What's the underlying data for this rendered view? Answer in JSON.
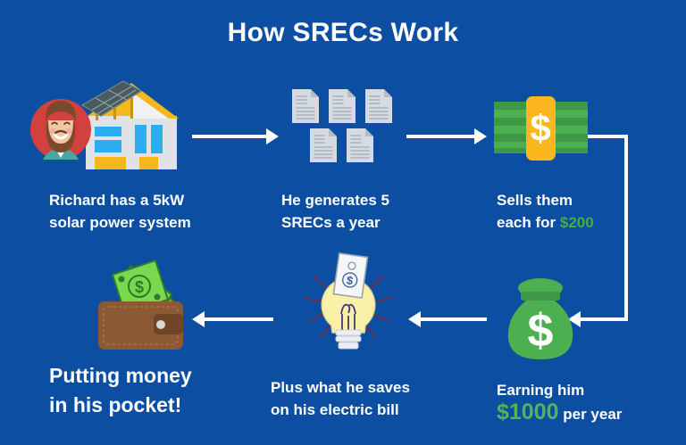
{
  "page": {
    "title": "How SRECs Work",
    "background_color": "#0b4ea2",
    "text_color": "#ffffff",
    "accent_green": "#45ad45",
    "accent_yellow": "#f5b81b",
    "accent_red": "#d3413f"
  },
  "steps": [
    {
      "id": "step-1",
      "icon": "person-avatar-and-solar-house-icon",
      "line1": "Richard has a 5kW",
      "line2": "solar power system"
    },
    {
      "id": "step-2",
      "icon": "five-documents-icon",
      "line1": "He generates 5",
      "line2": "SRECs a year"
    },
    {
      "id": "step-3",
      "icon": "cash-stack-icon",
      "line1": "Sells them",
      "line2_prefix": "each for ",
      "line2_amount": "$200"
    },
    {
      "id": "step-4",
      "icon": "money-bag-icon",
      "line1": "Earning him",
      "line2_amount": "$1000",
      "line2_suffix": " per year"
    },
    {
      "id": "step-5",
      "icon": "lightbulb-with-dollar-bill-icon",
      "line1": "Plus what he saves",
      "line2": "on his electric bill"
    },
    {
      "id": "step-6",
      "icon": "wallet-with-cash-icon",
      "line1": "Putting money",
      "line2": "in his pocket!"
    }
  ],
  "connectors": [
    {
      "id": "arrow-1-to-2",
      "direction": "right"
    },
    {
      "id": "arrow-2-to-3",
      "direction": "right"
    },
    {
      "id": "arrow-3-to-4",
      "direction": "down-then-left"
    },
    {
      "id": "arrow-4-to-5",
      "direction": "left"
    },
    {
      "id": "arrow-5-to-6",
      "direction": "left"
    }
  ]
}
